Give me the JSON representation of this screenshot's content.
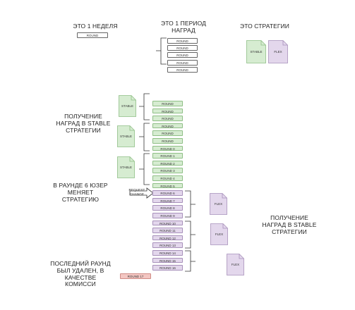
{
  "legend": {
    "week_label": "ЭТО 1 НЕДЕЛЯ",
    "week_box": "ROUND",
    "period_label_1": "ЭТО 1 ПЕРИОД",
    "period_label_2": "НАГРАД",
    "period_rounds": [
      "ROUND",
      "ROUND",
      "ROUND",
      "ROUND",
      "ROUND"
    ],
    "strategies_label": "ЭТО СТРАТЕГИИ",
    "stable": "STABLE",
    "flex": "FLEX"
  },
  "left_notes": {
    "note1": [
      "ПОЛУЧЕНИЕ",
      "НАГРАД В STABLE",
      "СТРАТЕГИИ"
    ],
    "note2": [
      "В РАУНДЕ 6 ЮЗЕР",
      "МЕНЯЕТ",
      "СТРАТЕГИЮ"
    ],
    "note3": [
      "ПОСЛЕДНИЙ РАУНД",
      "БЫЛ УДАЛЕН, В",
      "КАЧЕСТВЕ",
      "КОМИССИ"
    ]
  },
  "right_note": [
    "ПОЛУЧЕНИЕ",
    "НАГРАД В STABLE",
    "СТРАТЕГИИ"
  ],
  "request_change": [
    "REQUEST",
    "CHANGE"
  ],
  "timeline": {
    "green_rounds": [
      "ROUND",
      "ROUND",
      "ROUND",
      "ROUND",
      "ROUND",
      "ROUND",
      "ROUND 0",
      "ROUND 1",
      "ROUND 2",
      "ROUND 3",
      "ROUND 4",
      "ROUND 5"
    ],
    "purple_rounds": [
      "ROUND 6",
      "ROUND 7",
      "ROUND 8",
      "ROUND 9",
      "ROUND 10",
      "ROUND 11",
      "ROUND 12",
      "ROUND 13",
      "ROUND 14",
      "ROUND 15",
      "ROUND 16"
    ],
    "removed_round": "ROUND 17"
  },
  "docs": {
    "stable_1": "STABLE",
    "stable_2": "STABLE",
    "stable_3": "STABLE",
    "flex_1": "FLEX",
    "flex_2": "FLEX",
    "flex_3": "FLEX"
  },
  "colors": {
    "green_fill": "#d6ecd1",
    "purple_fill": "#e3d7ec",
    "red_fill": "#f3c6c2"
  }
}
